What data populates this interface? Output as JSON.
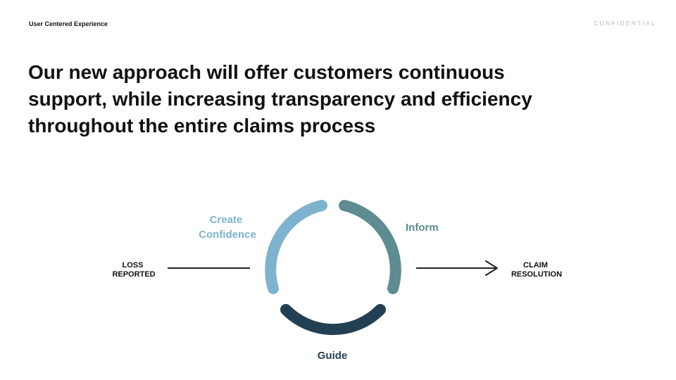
{
  "header": {
    "section": "User Centered Experience",
    "confidential": "CONFIDENTIAL"
  },
  "headline": {
    "lines": [
      "Our new approach will offer customers continuous",
      "support, while increasing transparency and efficiency",
      "throughout the entire claims process"
    ]
  },
  "diagram": {
    "start": {
      "lines": [
        "LOSS",
        "REPORTED"
      ]
    },
    "end": {
      "lines": [
        "CLAIM",
        "RESOLUTION"
      ]
    },
    "stages": [
      {
        "lines": [
          "Create",
          "Confidence"
        ],
        "color": "#7db3ce"
      },
      {
        "lines": [
          "Inform"
        ],
        "color": "#5e8c90"
      },
      {
        "lines": [
          "Guide"
        ],
        "color": "#233f53"
      }
    ],
    "connector_color": "#222222"
  }
}
